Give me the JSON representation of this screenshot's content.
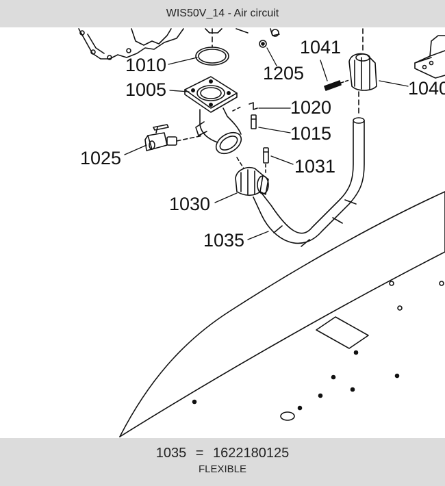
{
  "title": "WIS50V_14 - Air circuit",
  "callouts": {
    "c1010": "1010",
    "c1205": "1205",
    "c1041": "1041",
    "c1040": "1040",
    "c1005": "1005",
    "c1020": "1020",
    "c1015": "1015",
    "c1025": "1025",
    "c1031": "1031",
    "c1030": "1030",
    "c1035": "1035"
  },
  "selection": {
    "part_no": "1035",
    "equals": "=",
    "code": "1622180125",
    "description": "FLEXIBLE"
  }
}
